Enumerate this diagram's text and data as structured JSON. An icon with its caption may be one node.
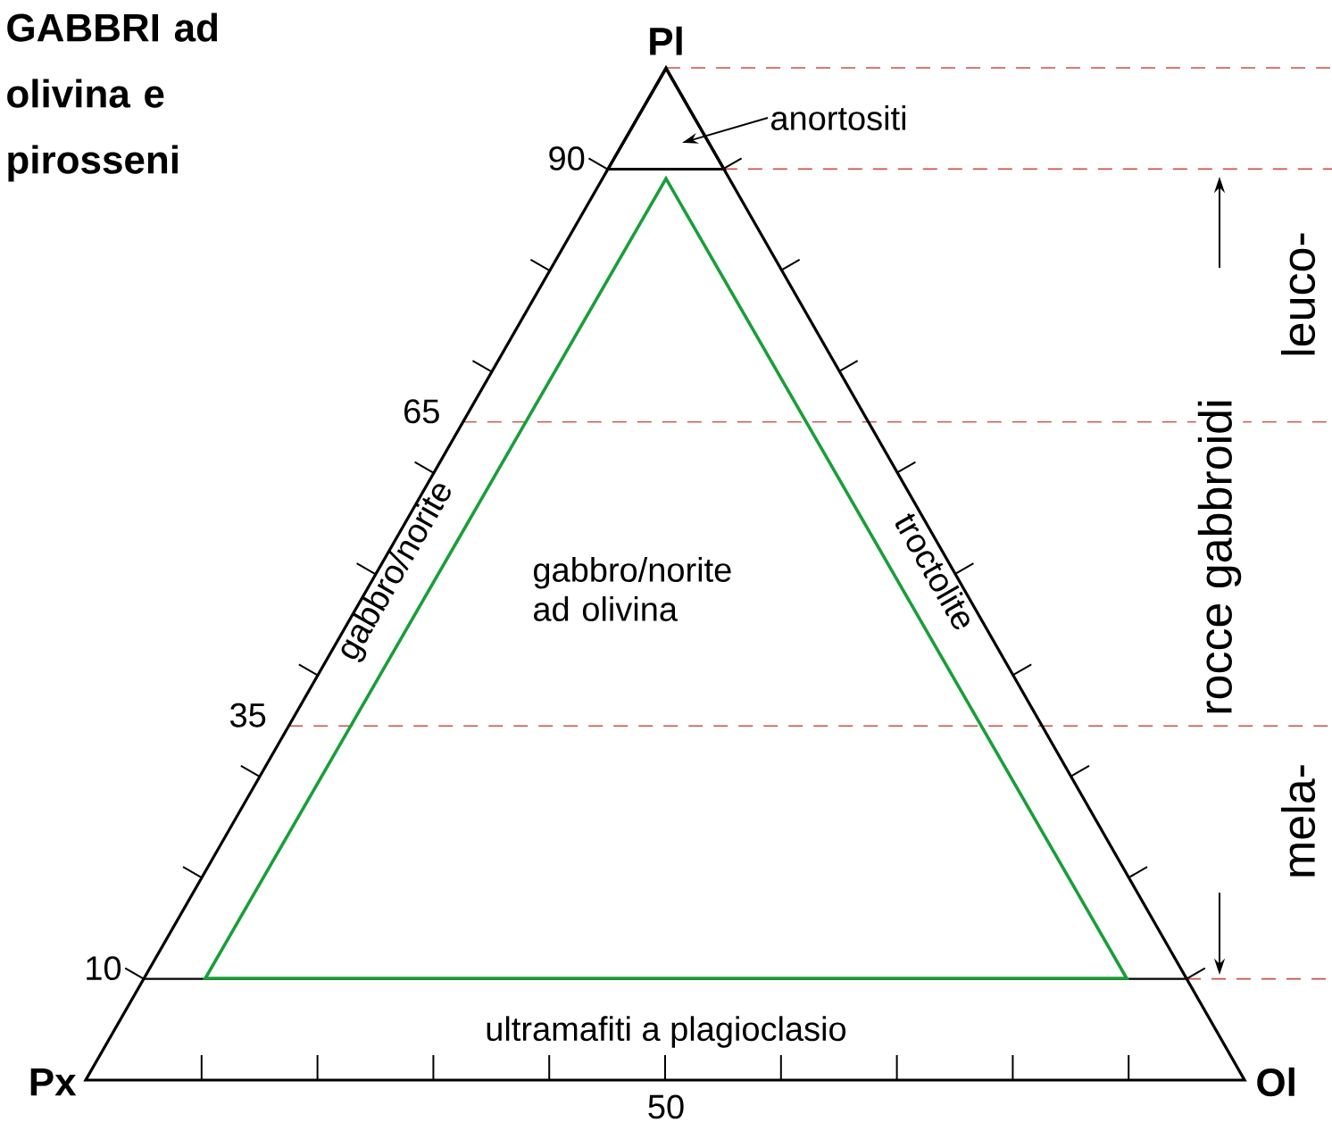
{
  "diagram": {
    "title": "GABBRI ad olivina e pirosseni",
    "nodes": [
      {
        "text": [
          "anortositi"
        ]
      },
      {
        "text": [],
        "shape": "triangle"
      }
    ],
    "edges": [
      {
        "from": 0,
        "to": 1,
        "arrow": "to"
      }
    ],
    "labels": [
      "Pl",
      "Px",
      "Ol",
      "90",
      "65",
      "35",
      "10",
      "50",
      "gabbro/norite",
      "troctolite",
      "gabbro/norite ad olivina",
      "ultramafiti a plagioclasio",
      "rocce gabbroidi",
      "leuco-",
      "mela-"
    ]
  }
}
